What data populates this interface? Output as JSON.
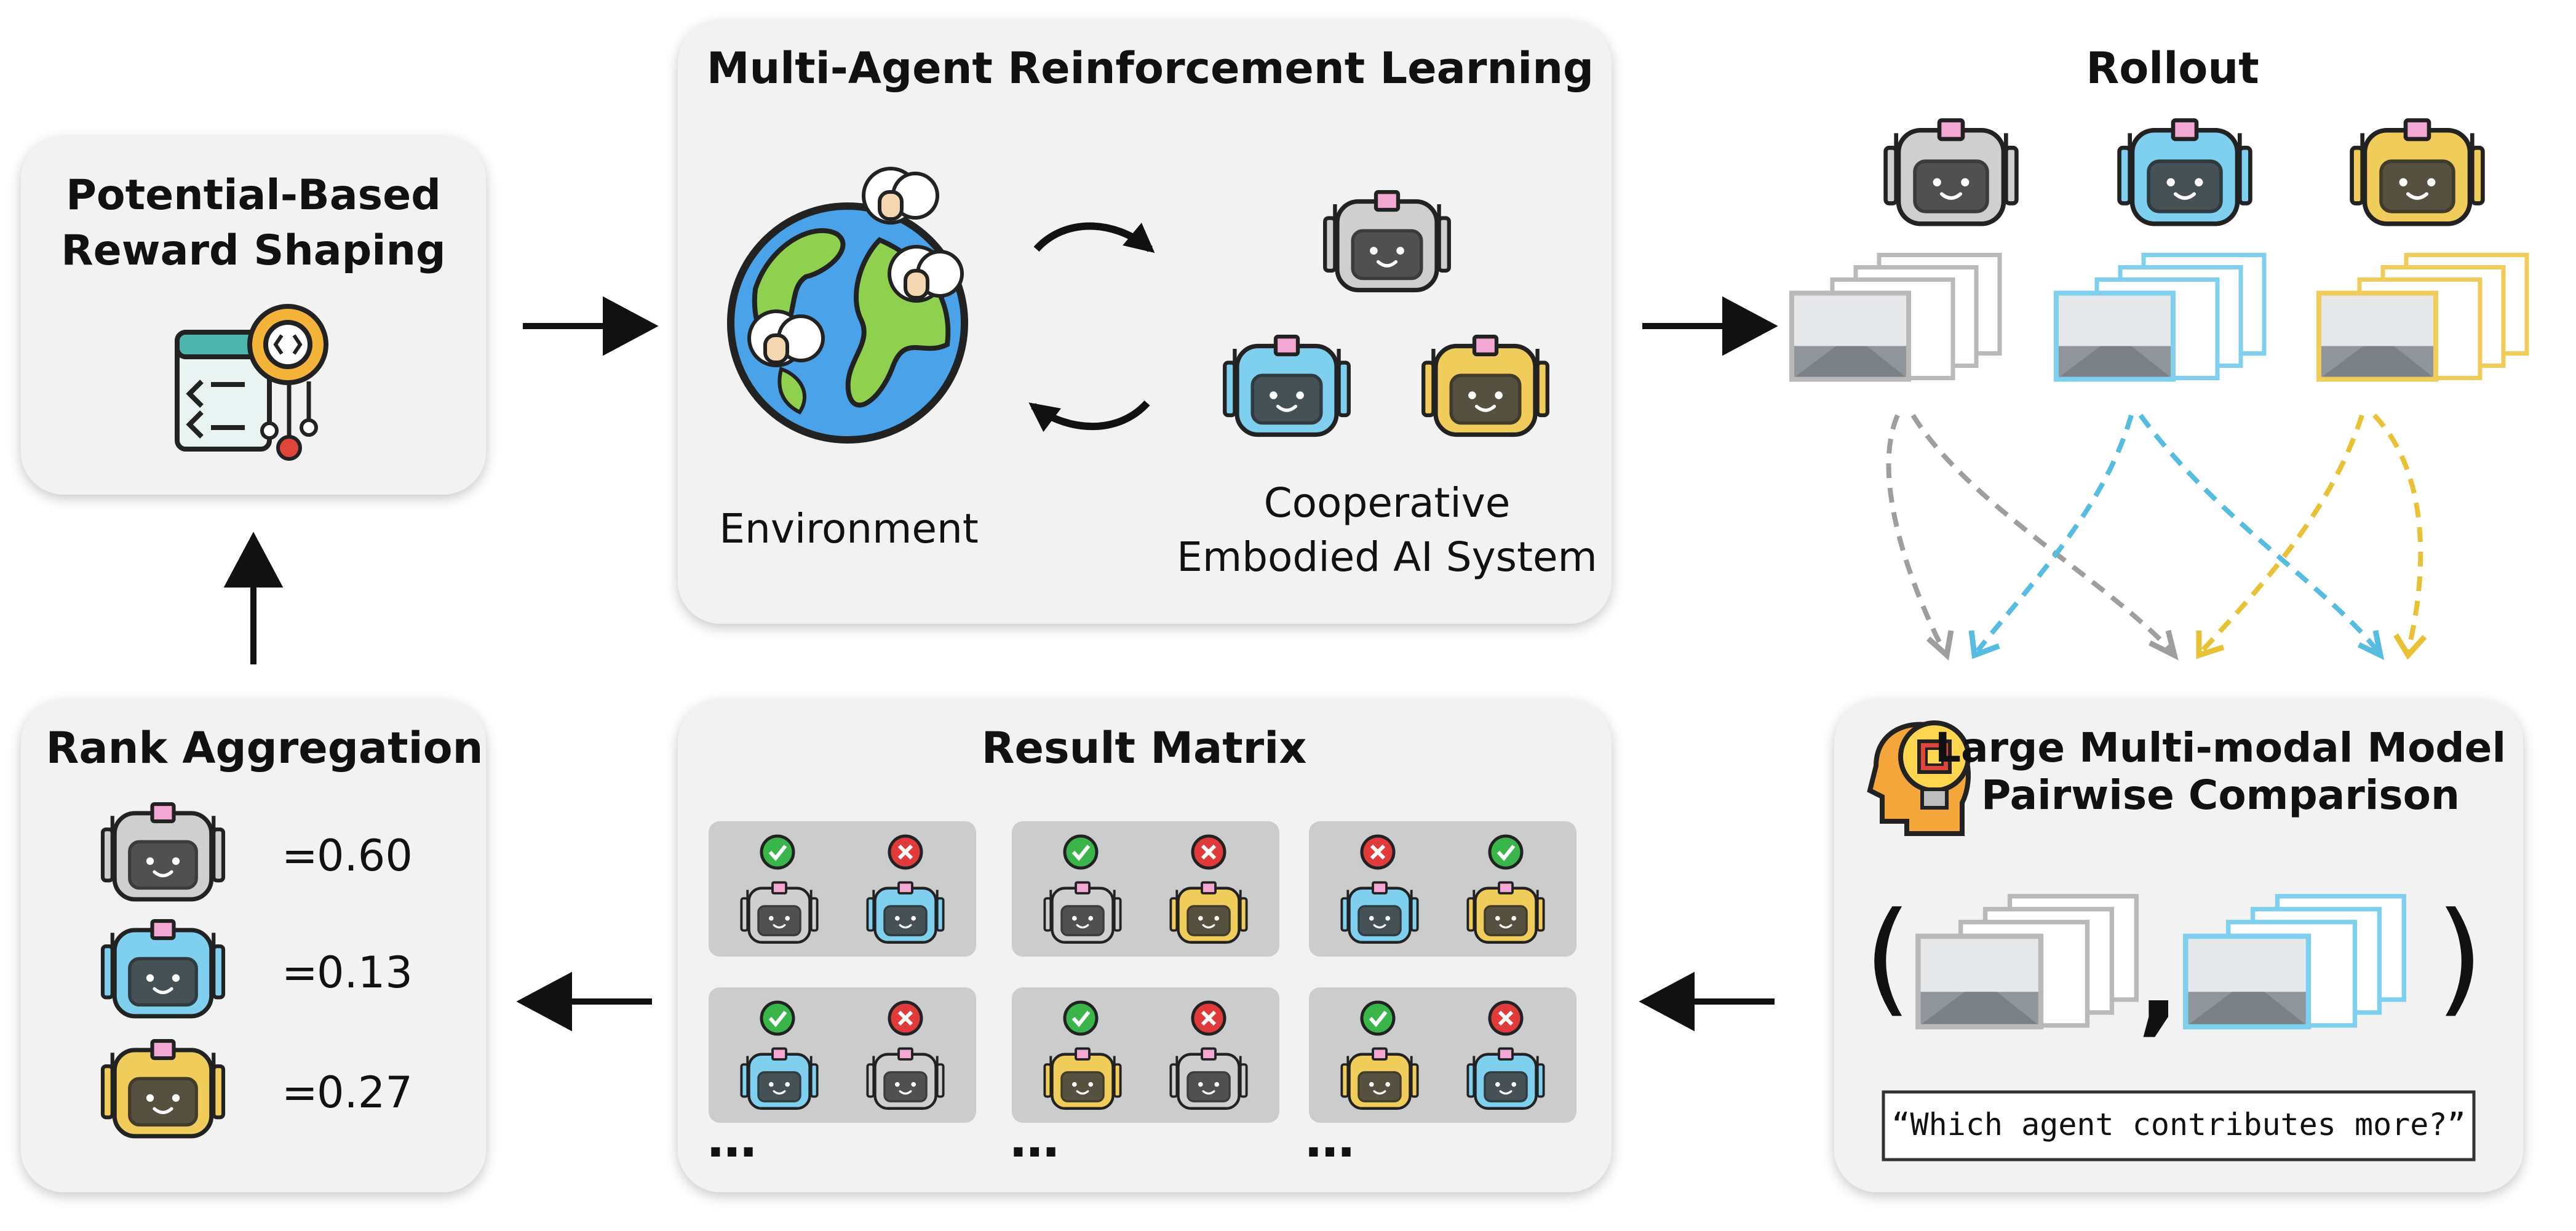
{
  "colors": {
    "panel": "#f2f2f2",
    "gray_agent": "#cfcfcf",
    "blue_agent": "#7fd0ee",
    "gold_agent": "#f0cd5a",
    "gray_dash": "#9e9e9e",
    "blue_dash": "#56bde0",
    "gold_dash": "#e8c234",
    "check": "#39b54a",
    "cross": "#e03a3a",
    "matrix_cell": "#cccccc"
  },
  "icons": {
    "reward": "code-gear-icon",
    "environment": "globe-with-sheep-icon",
    "agent": "robot-head-icon",
    "lmm": "head-with-lightbulb-chip-icon",
    "check": "check-circle-icon",
    "cross": "cross-circle-icon"
  },
  "reward_shaping": {
    "title_line1": "Potential-Based",
    "title_line2": "Reward Shaping"
  },
  "marl": {
    "title": "Multi-Agent Reinforcement Learning",
    "environment_label": "Environment",
    "system_label_line1": "Cooperative",
    "system_label_line2": "Embodied AI System"
  },
  "rollout": {
    "title": "Rollout"
  },
  "lmm": {
    "title_line1": "Large Multi-modal Model",
    "title_line2": "Pairwise Comparison",
    "paren_open": "(",
    "comma": ",",
    "paren_close": ")",
    "prompt": "“Which agent contributes more?”"
  },
  "result_matrix": {
    "title": "Result Matrix",
    "ellipsis": "…",
    "pairs": [
      {
        "left": "gray",
        "right": "blue",
        "left_result": "check",
        "right_result": "cross"
      },
      {
        "left": "gray",
        "right": "gold",
        "left_result": "check",
        "right_result": "cross"
      },
      {
        "left": "blue",
        "right": "gold",
        "left_result": "cross",
        "right_result": "check"
      },
      {
        "left": "blue",
        "right": "gray",
        "left_result": "check",
        "right_result": "cross"
      },
      {
        "left": "gold",
        "right": "gray",
        "left_result": "check",
        "right_result": "cross"
      },
      {
        "left": "gold",
        "right": "blue",
        "left_result": "check",
        "right_result": "cross"
      }
    ]
  },
  "rank_aggregation": {
    "title": "Rank Aggregation",
    "rows": [
      {
        "agent": "gray",
        "equals": "=",
        "value": "0.60"
      },
      {
        "agent": "blue",
        "equals": "=",
        "value": "0.13"
      },
      {
        "agent": "gold",
        "equals": "=",
        "value": "0.27"
      }
    ]
  }
}
